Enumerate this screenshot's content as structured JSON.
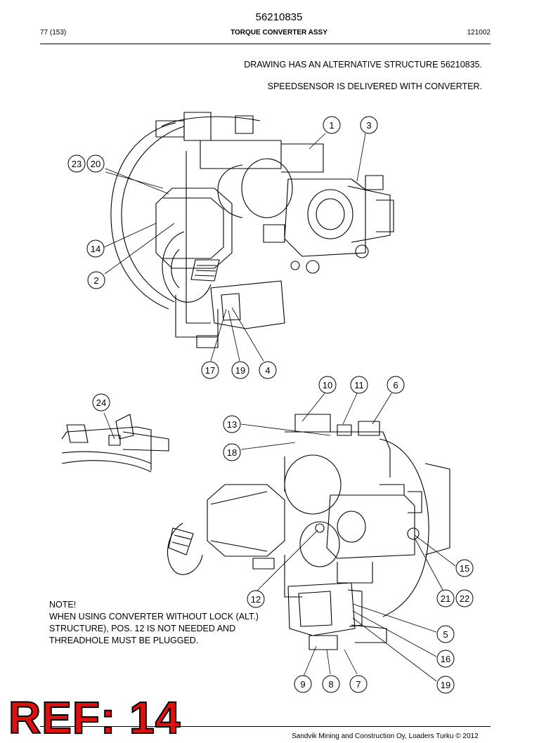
{
  "header": {
    "doc_number": "56210835",
    "page_ref": "77 (153)",
    "title": "TORQUE CONVERTER ASSY",
    "date_code": "121002"
  },
  "notes": {
    "alt_structure": "DRAWING HAS AN ALTERNATIVE STRUCTURE 56210835.",
    "speedsensor": "SPEEDSENSOR IS DELIVERED WITH CONVERTER.",
    "note_lines": [
      "NOTE!",
      "WHEN USING CONVERTER WITHOUT LOCK (ALT.)",
      "STRUCTURE), POS. 12 IS NOT NEEDED AND",
      "THREADHOLE MUST BE PLUGGED."
    ]
  },
  "callouts": {
    "top_view": [
      "1",
      "3",
      "23",
      "20",
      "14",
      "2",
      "17",
      "19",
      "4"
    ],
    "detail_view": [
      "24"
    ],
    "bottom_view": [
      "10",
      "11",
      "6",
      "13",
      "18",
      "15",
      "12",
      "21",
      "22",
      "5",
      "16",
      "9",
      "8",
      "7",
      "19"
    ]
  },
  "stamp": {
    "text": "REF: 14",
    "color": "#e01010"
  },
  "footer": {
    "copyright": "Sandvik Mining and Construction Oy, Loaders Turku © 2012"
  }
}
